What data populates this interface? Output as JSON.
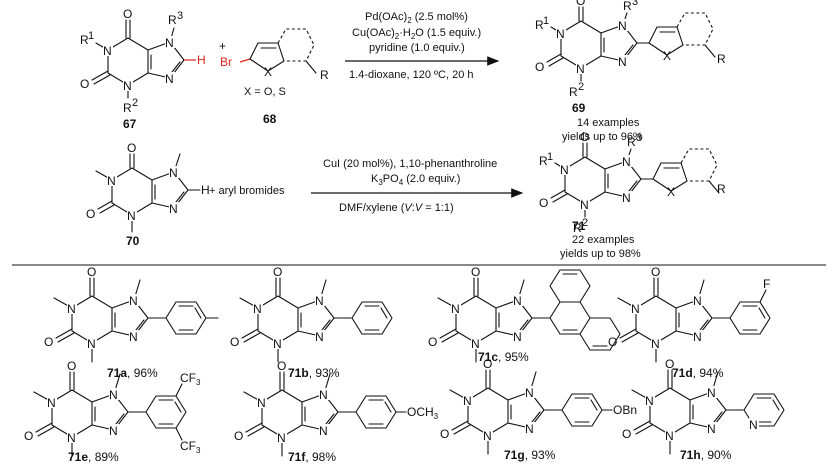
{
  "scheme1": {
    "reactant_label": "67",
    "hetaryl_label": "68",
    "product_label": "69",
    "x_def": "X = O, S",
    "br": "Br",
    "h": "H",
    "cond_top": [
      "Pd(OAc)",
      "2",
      " (2.5 mol%)",
      "Cu(OAc)",
      "2",
      "·H",
      "2",
      "O (1.5 equiv.)",
      "pyridine (1.0 equiv.)"
    ],
    "cond_bottom": "1.4-dioxane, 120 ºC, 20 h",
    "summary_1": "14 examples",
    "summary_2": "yields up to 96%"
  },
  "scheme2": {
    "reactant_label": "70",
    "plus_text": "+ aryl bromides",
    "product_label": "71",
    "cond_1": "CuI (20 mol%), 1,10-phenanthroline",
    "cond_2a": "K",
    "cond_2b": "3",
    "cond_2c": "PO",
    "cond_2d": "4",
    "cond_2e": " (2.0 equiv.)",
    "cond_3a": "DMF/xylene (",
    "cond_3b": "V",
    "cond_3c": ":",
    "cond_3d": "V",
    "cond_3e": " = 1:1)",
    "summary_1": "22 examples",
    "summary_2": "yields up to 98%"
  },
  "examples": [
    {
      "id": "71a",
      "yield": ", 96%",
      "substituent": ""
    },
    {
      "id": "71b",
      "yield": ", 93%",
      "substituent": ""
    },
    {
      "id": "71c",
      "yield": ", 95%",
      "substituent": ""
    },
    {
      "id": "71d",
      "yield": ", 94%",
      "substituent": "F"
    },
    {
      "id": "71e",
      "yield": ", 89%",
      "substituent": "CF3"
    },
    {
      "id": "71f",
      "yield": ", 98%",
      "substituent": "OCH3"
    },
    {
      "id": "71g",
      "yield": ", 93%",
      "substituent": "OBn"
    },
    {
      "id": "71h",
      "yield": ", 90%",
      "substituent": "N"
    }
  ],
  "atoms": {
    "O": "O",
    "N": "N",
    "S": "X",
    "R": "R",
    "R1": "R",
    "R2": "R",
    "R3": "R"
  },
  "colors": {
    "highlight": "#e0231c",
    "ink": "#111111"
  }
}
